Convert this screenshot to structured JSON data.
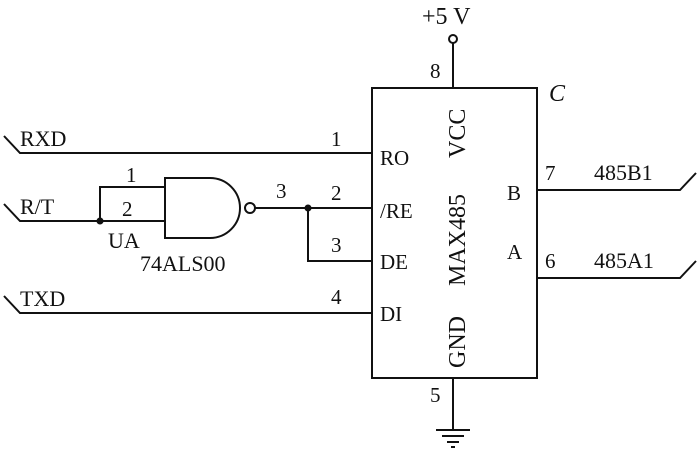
{
  "supply": {
    "label": "+5 V"
  },
  "ic": {
    "name": "MAX485",
    "corner_label": "C",
    "pins": {
      "vcc": {
        "name": "VCC",
        "number": "8"
      },
      "gnd": {
        "name": "GND",
        "number": "5"
      },
      "ro": {
        "name": "RO",
        "number": "1"
      },
      "re": {
        "name": "/RE",
        "number": "2"
      },
      "de": {
        "name": "DE",
        "number": "3"
      },
      "di": {
        "name": "DI",
        "number": "4"
      },
      "b": {
        "name": "B",
        "number": "7"
      },
      "a": {
        "name": "A",
        "number": "6"
      }
    }
  },
  "gate": {
    "designator": "UA",
    "part": "74ALS00",
    "input_pins": [
      "1",
      "2"
    ],
    "output_pin": "3"
  },
  "signals": {
    "rxd": "RXD",
    "rt": "R/T",
    "txd": "TXD",
    "b_out": "485B1",
    "a_out": "485A1"
  }
}
